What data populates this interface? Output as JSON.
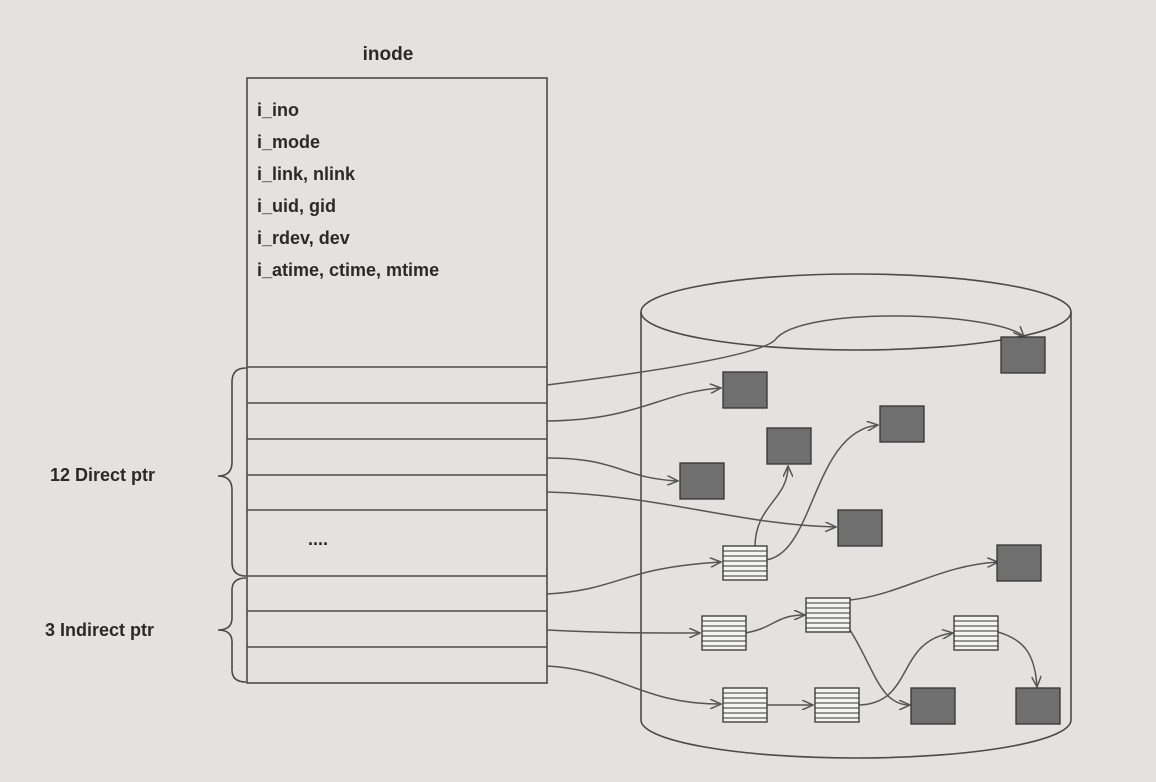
{
  "inode": {
    "title": "inode",
    "fields": [
      "i_ino",
      "i_mode",
      "i_link, nlink",
      "i_uid, gid",
      "i_rdev, dev",
      "i_atime, ctime, mtime"
    ],
    "ellipsis": "...."
  },
  "labels": {
    "direct": "12 Direct ptr",
    "indirect": "3 Indirect ptr"
  },
  "colors": {
    "background": "#e3e2e0",
    "data_block": "#6f6f6f",
    "outline": "#4a4a4a"
  }
}
